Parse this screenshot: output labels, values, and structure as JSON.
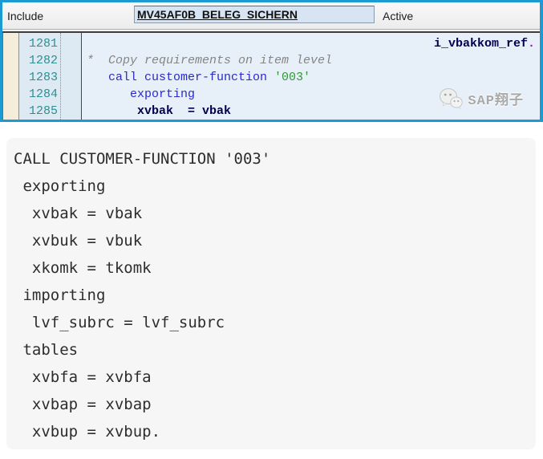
{
  "header": {
    "label": "Include",
    "field_value": "MV45AF0B_BELEG_SICHERN",
    "status": "Active"
  },
  "editor": {
    "lines": [
      {
        "number": "1281",
        "segments": [
          {
            "text": "i_vbakkom_ref",
            "style": "identifier"
          },
          {
            "text": ".",
            "style": "period"
          }
        ]
      },
      {
        "number": "1282",
        "segments": [
          {
            "text": "*  Copy requirements on item level",
            "style": "comment"
          }
        ]
      },
      {
        "number": "1283",
        "segments": [
          {
            "text": "   call customer-function ",
            "style": "keyword"
          },
          {
            "text": "'003'",
            "style": "string"
          }
        ]
      },
      {
        "number": "1284",
        "segments": [
          {
            "text": "      exporting",
            "style": "keyword"
          }
        ]
      },
      {
        "number": "1285",
        "segments": [
          {
            "text": "       xvbak  = vbak",
            "style": "identifier"
          }
        ]
      }
    ],
    "watermark": {
      "icon": "wechat-icon",
      "text": "SAP翔子"
    }
  },
  "snippet": {
    "lines": [
      "CALL CUSTOMER-FUNCTION '003'",
      " exporting",
      "  xvbak = vbak",
      "  xvbuk = vbuk",
      "  xkomk = tkomk",
      " importing",
      "  lvf_subrc = lvf_subrc",
      " tables",
      "  xvbfa = xvbfa",
      "  xvbap = xvbap",
      "  xvbup = xvbup."
    ]
  },
  "colors": {
    "window_frame": "#1b9ad3",
    "editor_background": "#e7f0f8",
    "line_number": "#2e8f90",
    "keyword": "#2a2ac8",
    "string": "#2f9a33",
    "comment": "#858585",
    "identifier": "#00004d",
    "period": "#c000c0",
    "field_background": "#d7e4f3",
    "snippet_background": "#f6f6f6"
  }
}
